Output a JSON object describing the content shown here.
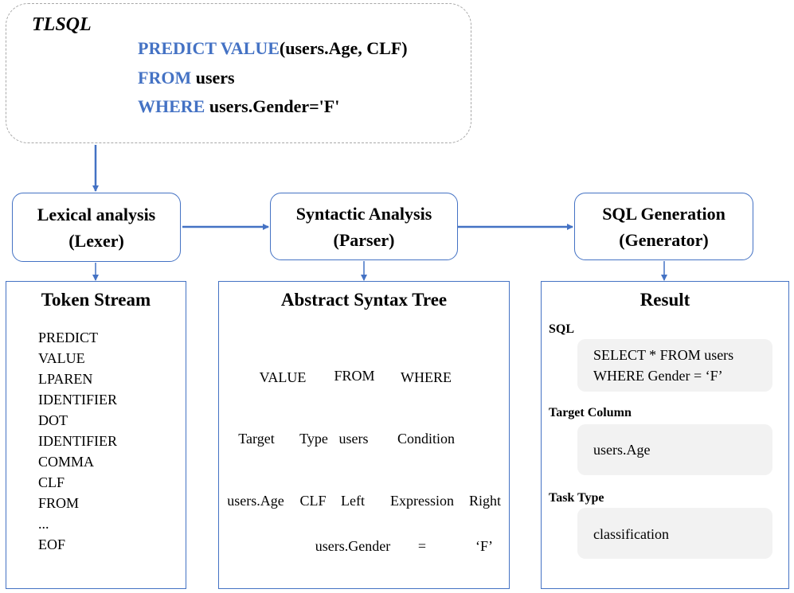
{
  "query": {
    "label": "TLSQL",
    "line1_kw": "PREDICT VALUE",
    "line1_rest": "(users.Age, CLF)",
    "line2_kw": "FROM",
    "line2_rest": " users",
    "line3_kw": "WHERE",
    "line3_rest": " users.Gender='F'"
  },
  "stages": {
    "lexer": {
      "title": "Lexical analysis",
      "sub": "(Lexer)"
    },
    "parser": {
      "title": "Syntactic Analysis",
      "sub": "(Parser)"
    },
    "generator": {
      "title": "SQL Generation",
      "sub": "(Generator)"
    }
  },
  "token_stream": {
    "title": "Token Stream",
    "tokens": [
      "PREDICT",
      "VALUE",
      "LPAREN",
      "IDENTIFIER",
      "DOT",
      "IDENTIFIER",
      "COMMA",
      "CLF",
      "FROM",
      "...",
      "EOF"
    ]
  },
  "ast": {
    "title": "Abstract Syntax Tree",
    "nodes": {
      "value": "VALUE",
      "from": "FROM",
      "where": "WHERE",
      "target": "Target",
      "type": "Type",
      "users": "users",
      "condition": "Condition",
      "users_age": "users.Age",
      "clf": "CLF",
      "left": "Left",
      "expression": "Expression",
      "right": "Right",
      "users_gender": "users.Gender",
      "eq": "=",
      "f": "‘F’"
    }
  },
  "result": {
    "title": "Result",
    "sql_label": "SQL",
    "sql_line1": "SELECT * FROM users",
    "sql_line2": "WHERE Gender = ‘F’",
    "target_label": "Target Column",
    "target_value": "users.Age",
    "task_label": "Task Type",
    "task_value": "classification"
  },
  "colors": {
    "accent": "#4472c4",
    "dashed_border": "#a8a8a8",
    "grey_box": "#f2f2f2"
  }
}
